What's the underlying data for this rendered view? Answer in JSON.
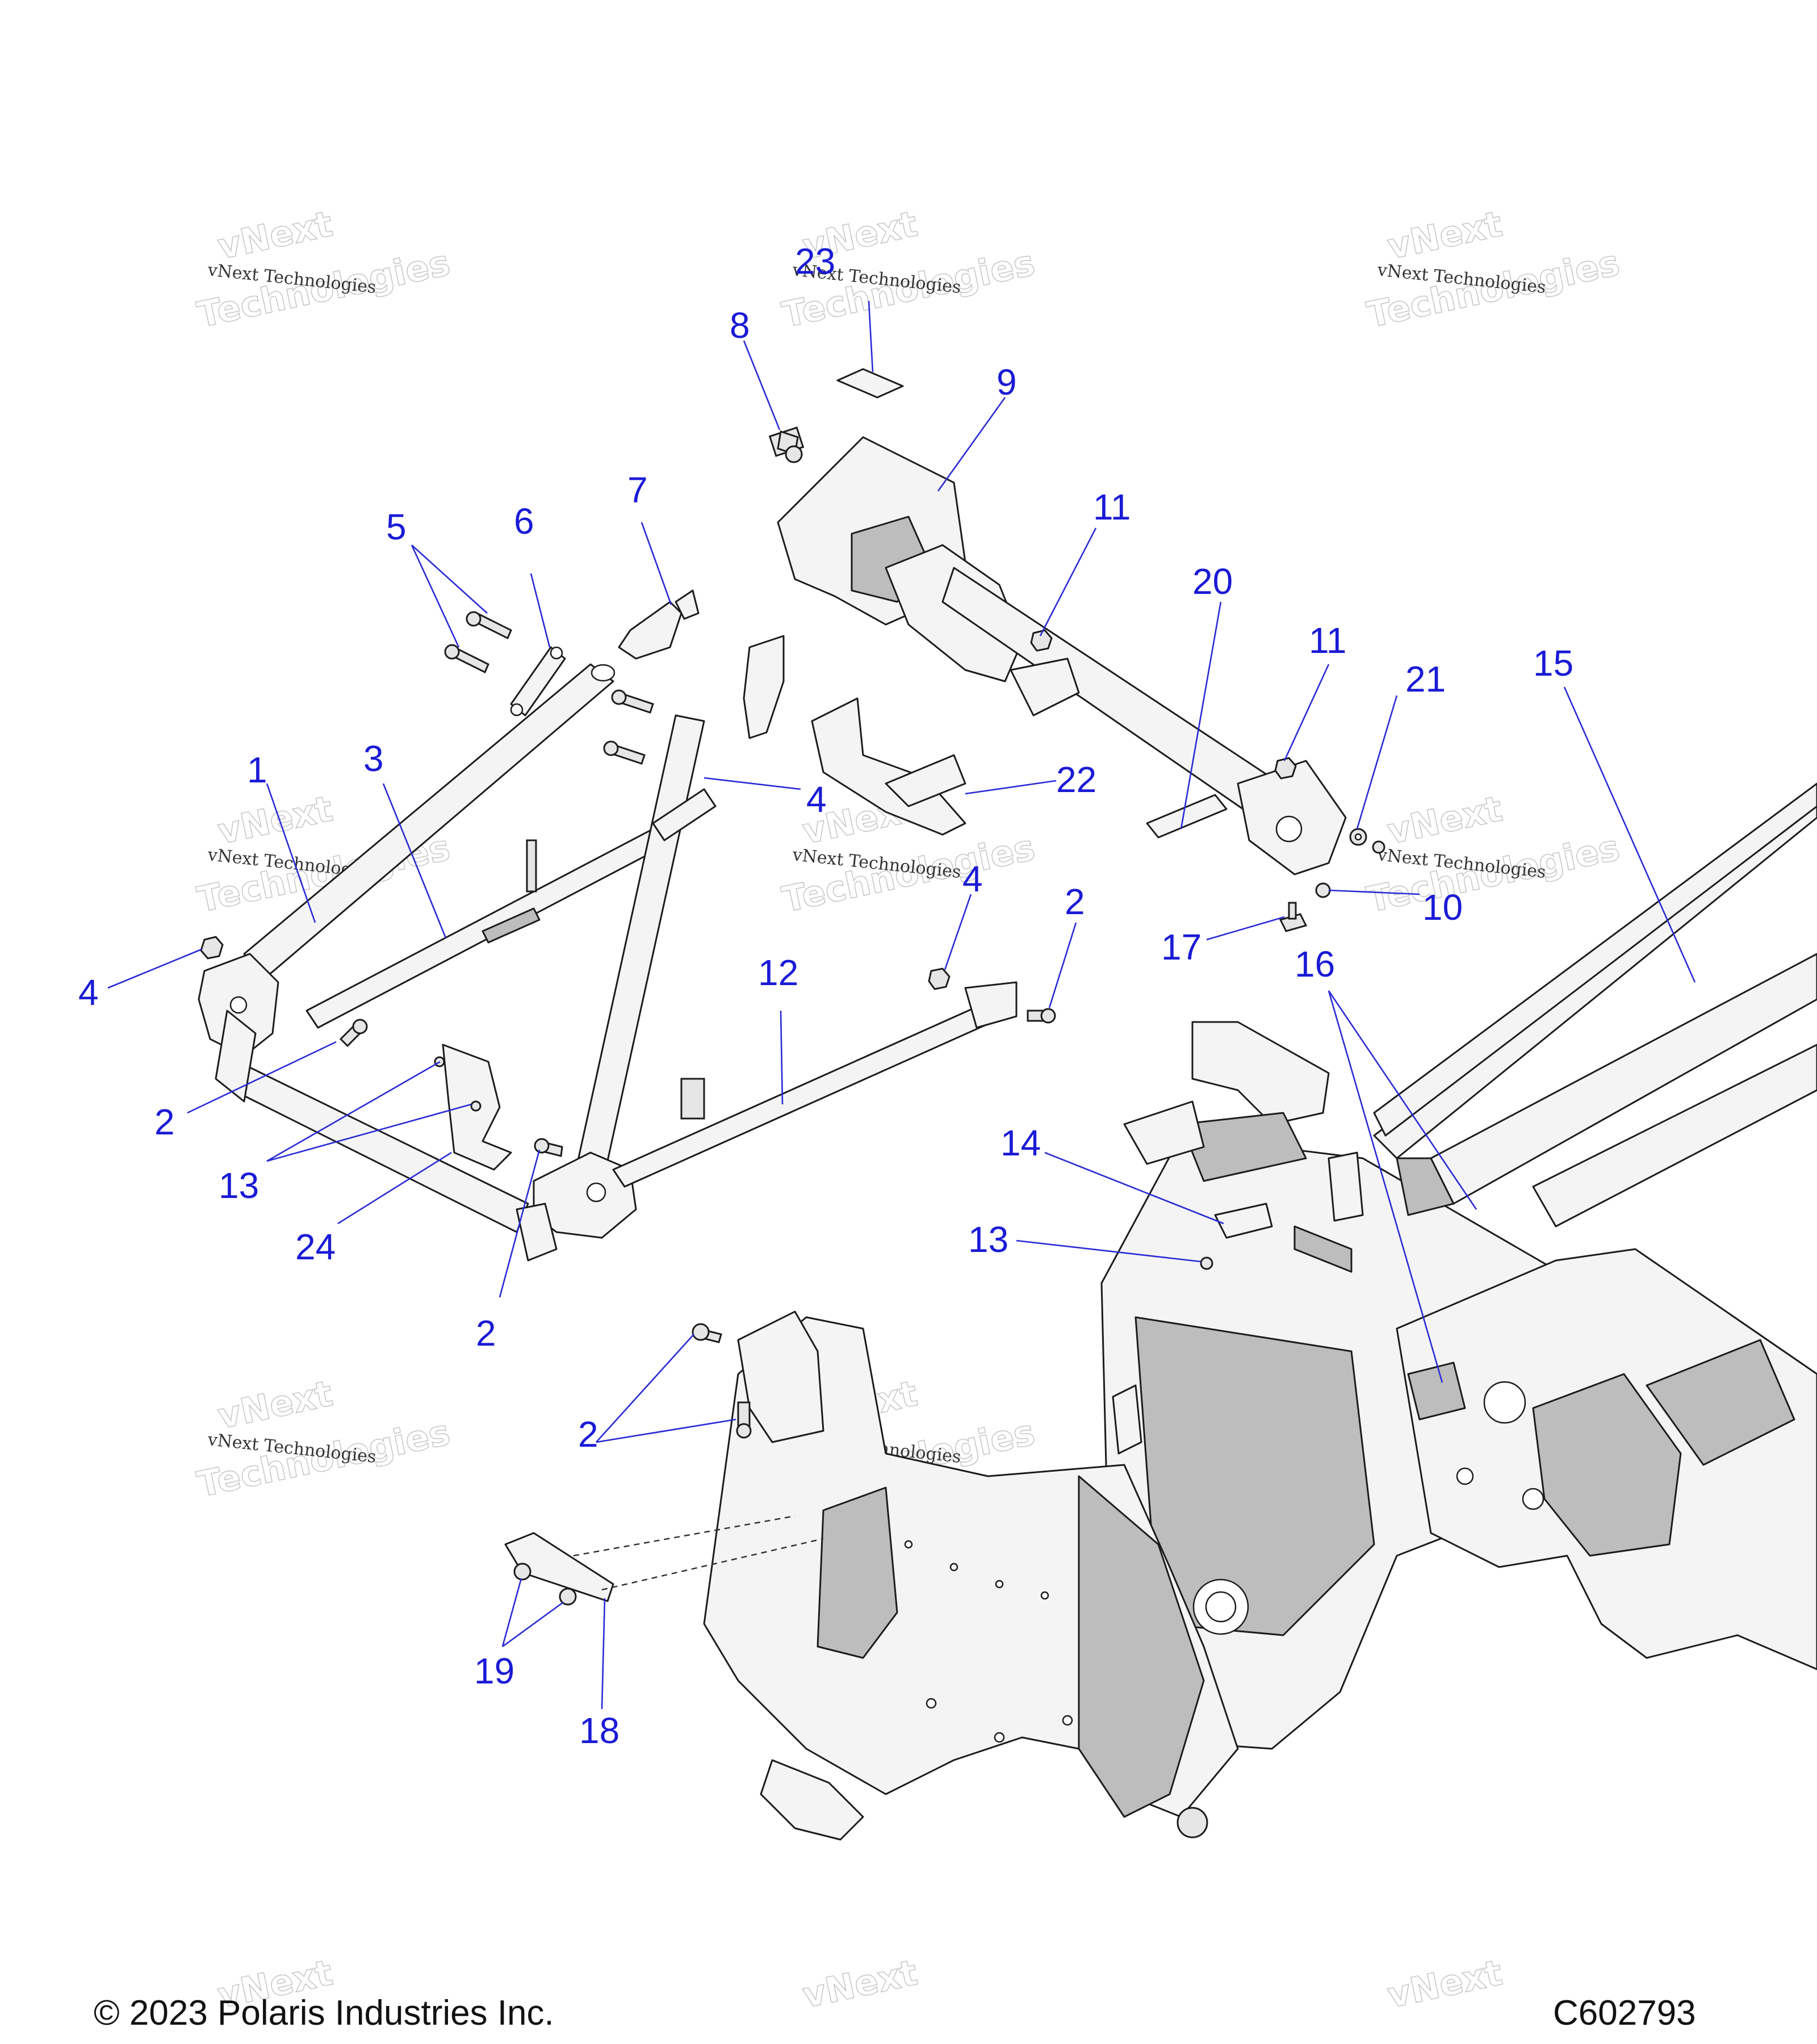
{
  "footer": {
    "copyright": "© 2023 Polaris Industries Inc.",
    "figure_id": "C602793"
  },
  "watermark": {
    "line1": "vNext",
    "line2": "vNext Technologies",
    "line3": "Technologies"
  },
  "colors": {
    "callout": "#1a1ad6",
    "line": "#1c1c1c",
    "shade": "#bdbdbd"
  },
  "callouts": {
    "c1": "1",
    "c2a": "2",
    "c2b": "2",
    "c2c": "2",
    "c2d": "2",
    "c3": "3",
    "c4a": "4",
    "c4b": "4",
    "c4c": "4",
    "c5": "5",
    "c6": "6",
    "c7": "7",
    "c8": "8",
    "c9": "9",
    "c10": "10",
    "c11a": "11",
    "c11b": "11",
    "c12": "12",
    "c13a": "13",
    "c13b": "13",
    "c14": "14",
    "c15": "15",
    "c16": "16",
    "c17": "17",
    "c18": "18",
    "c19": "19",
    "c20": "20",
    "c21": "21",
    "c22": "22",
    "c23": "23",
    "c24": "24"
  }
}
